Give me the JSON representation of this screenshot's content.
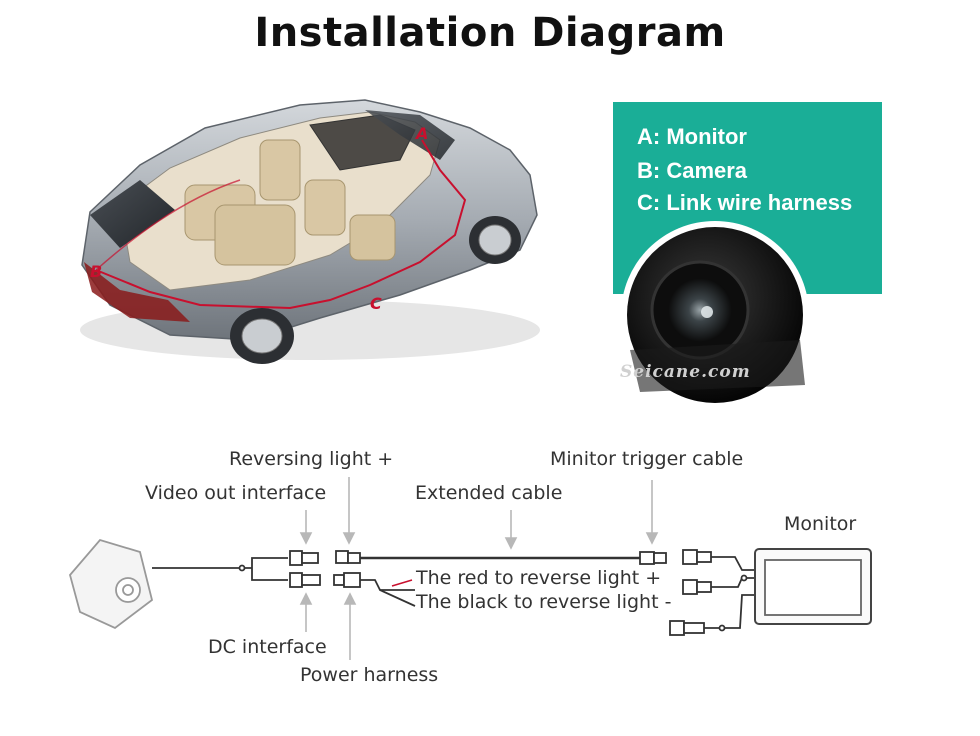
{
  "title": "Installation Diagram",
  "legend": {
    "a": "A: Monitor",
    "b": "B: Camera",
    "c": "C: Link wire harness"
  },
  "watermark": "Seicane.com",
  "car_markers": {
    "a": "A",
    "b": "B",
    "c": "C"
  },
  "wiring": {
    "reversing_light": "Reversing light +",
    "monitor_trigger": "Minitor trigger cable",
    "video_out": "Video out interface",
    "extended_cable": "Extended cable",
    "monitor": "Monitor",
    "red_wire": "The red to reverse light +",
    "black_wire": "The black to reverse light -",
    "dc_interface": "DC interface",
    "power_harness": "Power harness"
  },
  "colors": {
    "accent": "#1aae97",
    "route": "#c8102e",
    "car_body": "#a9aeb5"
  }
}
